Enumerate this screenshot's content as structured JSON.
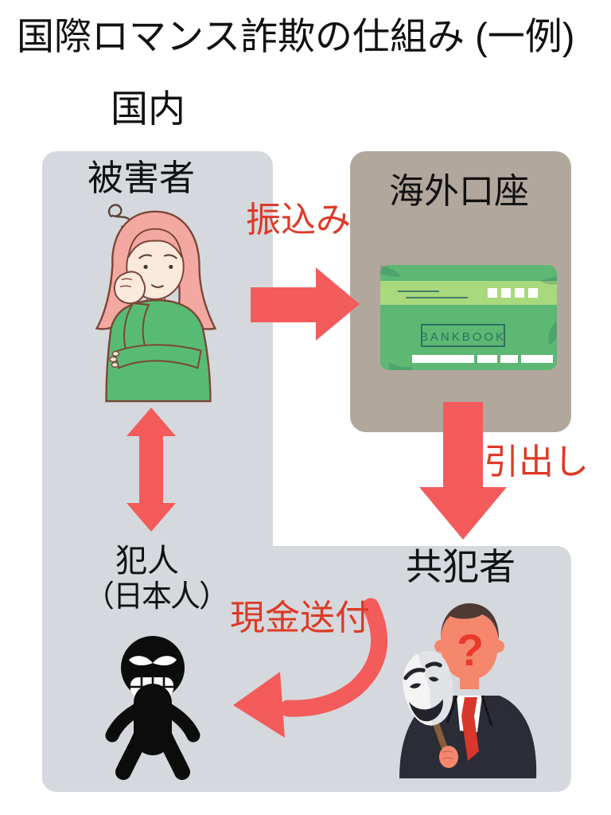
{
  "title": "国際ロマンス詐欺の仕組み (一例)",
  "regions": {
    "domestic_label": "国内"
  },
  "nodes": {
    "victim": {
      "label": "被害者",
      "icon": "worried-woman-icon"
    },
    "overseas_account": {
      "label": "海外口座",
      "icon": "bankbook-icon",
      "bankbook_text": "BANKBOOK"
    },
    "accomplice": {
      "label": "共犯者",
      "icon": "masked-man-icon",
      "face_mark": "?"
    },
    "criminal": {
      "label": "犯人",
      "sublabel": "（日本人）",
      "icon": "criminal-silhouette-icon"
    }
  },
  "flows": {
    "transfer_label": "振込み",
    "withdrawal_label": "引出し",
    "cash_delivery_label": "現金送付"
  },
  "colors": {
    "background": "#ffffff",
    "domestic_area": "#d5d9dd",
    "overseas_box": "#b2a79d",
    "arrow": "#f45b5b",
    "flow_label": "#dd3a28",
    "text": "#111111",
    "bankbook_green": "#5cb873",
    "bankbook_light_green": "#a9d87d",
    "bankbook_dark_teal": "#2f7060"
  }
}
